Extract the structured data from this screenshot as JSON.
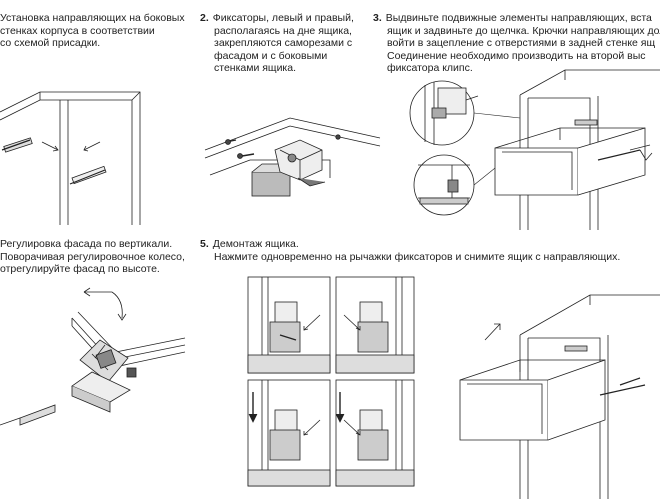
{
  "steps": [
    {
      "number": "",
      "lines": [
        "Установка направляющих на боковых",
        "стенках корпуса в соответствии",
        "со схемой присадки."
      ]
    },
    {
      "number": "2.",
      "lines": [
        "Фиксаторы, левый и правый,",
        "располагаясь на дне ящика,",
        "закрепляются саморезами с",
        "фасадом и с боковыми",
        "стенками ящика."
      ]
    },
    {
      "number": "3.",
      "lines": [
        "Выдвиньте подвижные элементы направляющих, вста",
        "ящик и задвиньте до щелчка. Крючки направляющих дол",
        "войти в зацепление с отверстиями в задней стенке ящ",
        "Соединение необходимо производить на второй выс",
        "фиксатора клипс."
      ]
    },
    {
      "number": "",
      "lines": [
        "Регулировка фасада по вертикали.",
        "Поворачивая регулировочное колесо,",
        "отрегулируйте фасад по высоте."
      ]
    },
    {
      "number": "5.",
      "lines": [
        "Демонтаж ящика.",
        "Нажмите одновременно на рычажки фиксаторов и снимите ящик с направляющих."
      ]
    }
  ]
}
